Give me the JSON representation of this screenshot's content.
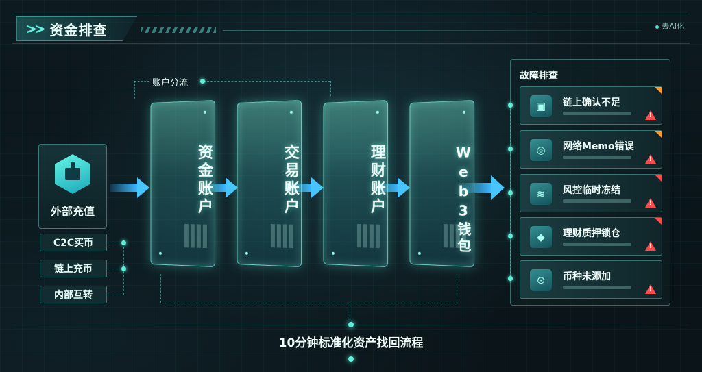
{
  "header": {
    "title": "资金排查",
    "watermark": "去AI化"
  },
  "source": {
    "label": "外部充值",
    "channels": [
      "C2C买币",
      "链上充币",
      "内部互转"
    ]
  },
  "flow_label": "账户分流",
  "accounts": [
    {
      "label": "资金账户"
    },
    {
      "label": "交易账户"
    },
    {
      "label": "理财账户"
    },
    {
      "label": "Web3钱包"
    }
  ],
  "faults": {
    "title": "故障排查",
    "items": [
      {
        "label": "链上确认不足",
        "icon": "cube-icon",
        "corner": "#ff9a30"
      },
      {
        "label": "网络Memo错误",
        "icon": "network-icon",
        "corner": "#ff9a30"
      },
      {
        "label": "风控临时冻结",
        "icon": "stack-icon",
        "corner": "#ff4a4a"
      },
      {
        "label": "理财质押锁仓",
        "icon": "lock-icon",
        "corner": "#ff4a4a"
      },
      {
        "label": "币种未添加",
        "icon": "download-icon",
        "corner": ""
      }
    ]
  },
  "footer": {
    "text": "10分钟标准化资产找回流程"
  },
  "colors": {
    "accent": "#5ef0d8",
    "arrow": "#3cb8ff",
    "warning": "#ff4a4a"
  }
}
